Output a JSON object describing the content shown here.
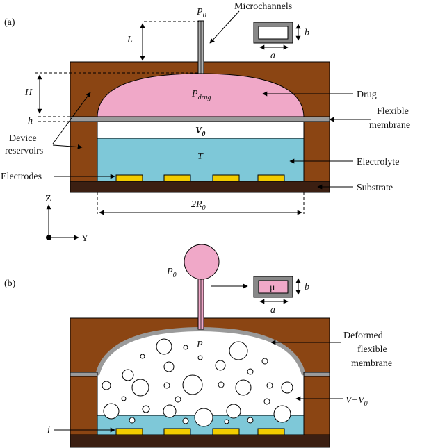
{
  "panel_a": {
    "panel_label": "(a)",
    "pressure_label": "P",
    "pressure_sub": "0",
    "microchannels_label": "Microchannels",
    "length_label": "L",
    "channel_width_label": "a",
    "channel_height_label": "b",
    "reservoir_height_label": "H",
    "membrane_thickness_label": "h",
    "drug_pressure_label": "P",
    "drug_pressure_sub": "drug",
    "drug_label": "Drug",
    "membrane_label_line1": "Flexible",
    "membrane_label_line2": "membrane",
    "volume_label": "V",
    "volume_sub": "0",
    "temperature_label": "T",
    "device_label_line1": "Device",
    "device_label_line2": "reservoirs",
    "electrolyte_label": "Electrolyte",
    "electrodes_label": "Electrodes",
    "substrate_label": "Substrate",
    "radius_label": "2R",
    "radius_sub": "0",
    "axis_z_label": "Z",
    "axis_y_label": "Y"
  },
  "panel_b": {
    "panel_label": "(b)",
    "pressure_label": "P",
    "pressure_sub": "0",
    "viscosity_label": "μ",
    "channel_width_label": "a",
    "channel_height_label": "b",
    "bubble_pressure_label": "P",
    "deformed_label_line1": "Deformed",
    "deformed_label_line2": "flexible",
    "deformed_label_line3": "membrane",
    "volume_label": "V+V",
    "volume_sub": "0",
    "current_label": "i"
  },
  "colors": {
    "device": "#8b4513",
    "substrate": "#3b1f12",
    "drug": "#f0a8c8",
    "electrolyte": "#7ec8d8",
    "electrode": "#f2cc00",
    "membrane": "#9a9a9a"
  }
}
